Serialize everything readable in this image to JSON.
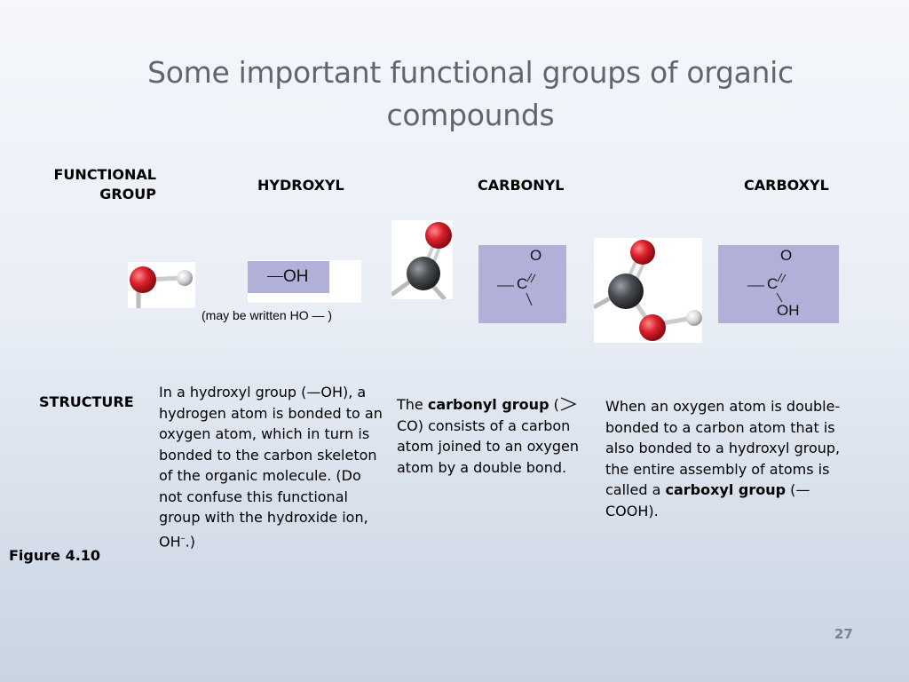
{
  "slide": {
    "title": "Some important functional groups of organic compounds",
    "page_number": "27",
    "figure_label": "Figure 4.10"
  },
  "headers": {
    "functional_group": "FUNCTIONAL GROUP",
    "hydroxyl": "HYDROXYL",
    "carbonyl": "CARBONYL",
    "carboxyl": "CARBOXYL",
    "structure": "STRUCTURE"
  },
  "hydroxyl": {
    "formula": "OH",
    "note": "(may be written HO — )",
    "para_1": "In a hydroxyl group (—OH), a hydrogen atom is bonded to an oxygen atom, which in turn is bonded to the carbon skeleton of the organic molecule. (Do not confuse this functional group with the hydroxide ion, OH",
    "para_sup": "–",
    "para_2": ".)"
  },
  "carbonyl": {
    "formula_o": "O",
    "formula_c": "C",
    "para_1": "The ",
    "para_bold": "carbonyl group",
    "para_2": " (",
    "para_3": "CO) consists of a carbon atom joined to an oxygen atom by a double bond."
  },
  "carboxyl": {
    "formula_o": "O",
    "formula_c": "C",
    "formula_oh": "OH",
    "para_1": "When an oxygen atom is double-bonded to a carbon atom that is also bonded to a hydroxyl group, the entire assembly of atoms is called a ",
    "para_bold": "carboxyl group",
    "para_2": " (—COOH)."
  },
  "colors": {
    "formula_box": "#b0b0d8",
    "oxygen": "#d9202a",
    "carbon": "#4a4d52",
    "hydrogen": "#d8d8d8",
    "title": "#5f6670"
  }
}
